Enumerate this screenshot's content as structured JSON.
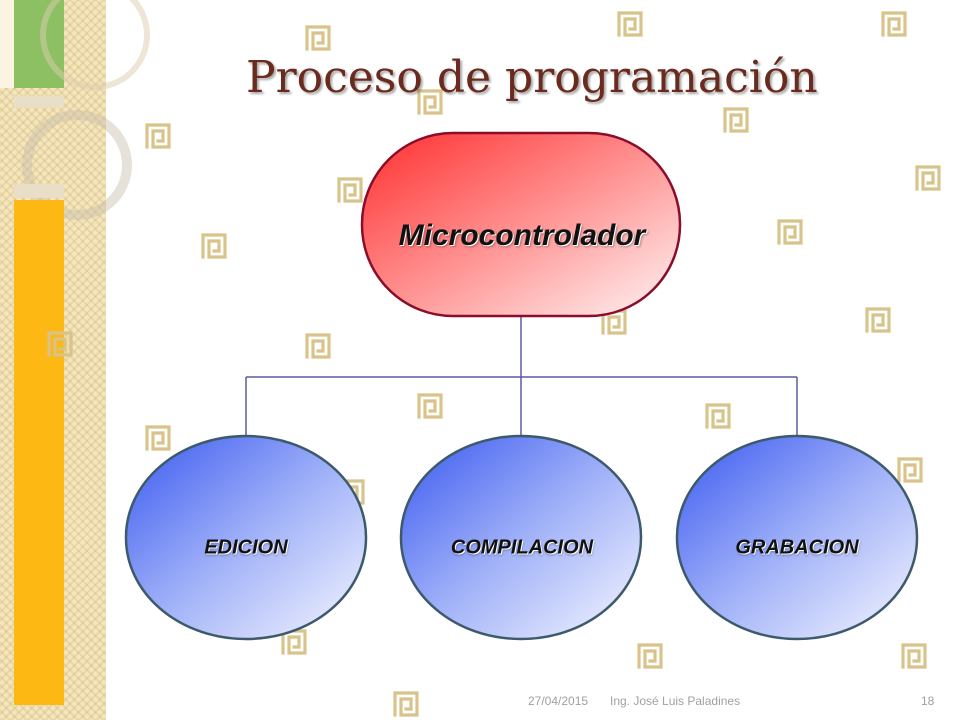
{
  "slide": {
    "title": "Proceso de programación",
    "footer_date": "27/04/2015",
    "footer_author": "Ing. José Luis Paladines",
    "page_number": "18"
  },
  "diagram": {
    "root": {
      "label": "Microcontrolador"
    },
    "children": [
      {
        "label": "EDICION"
      },
      {
        "label": "COMPILACION"
      },
      {
        "label": "GRABACION"
      }
    ]
  },
  "colors": {
    "title": "#6b2a1e",
    "root_fill_start": "#ff3030",
    "root_fill_end": "#fff5f5",
    "root_border": "#8b0d2a",
    "child_fill_start": "#3b5cf0",
    "child_fill_end": "#f4f6ff",
    "child_border": "#3d5a6b",
    "connector": "#5a5aa0",
    "motif": "#d8c48a",
    "side_green": "#8cc063",
    "side_yellow": "#fdb813"
  },
  "decor": {
    "background_motif_icon": "greek-key-icon"
  }
}
